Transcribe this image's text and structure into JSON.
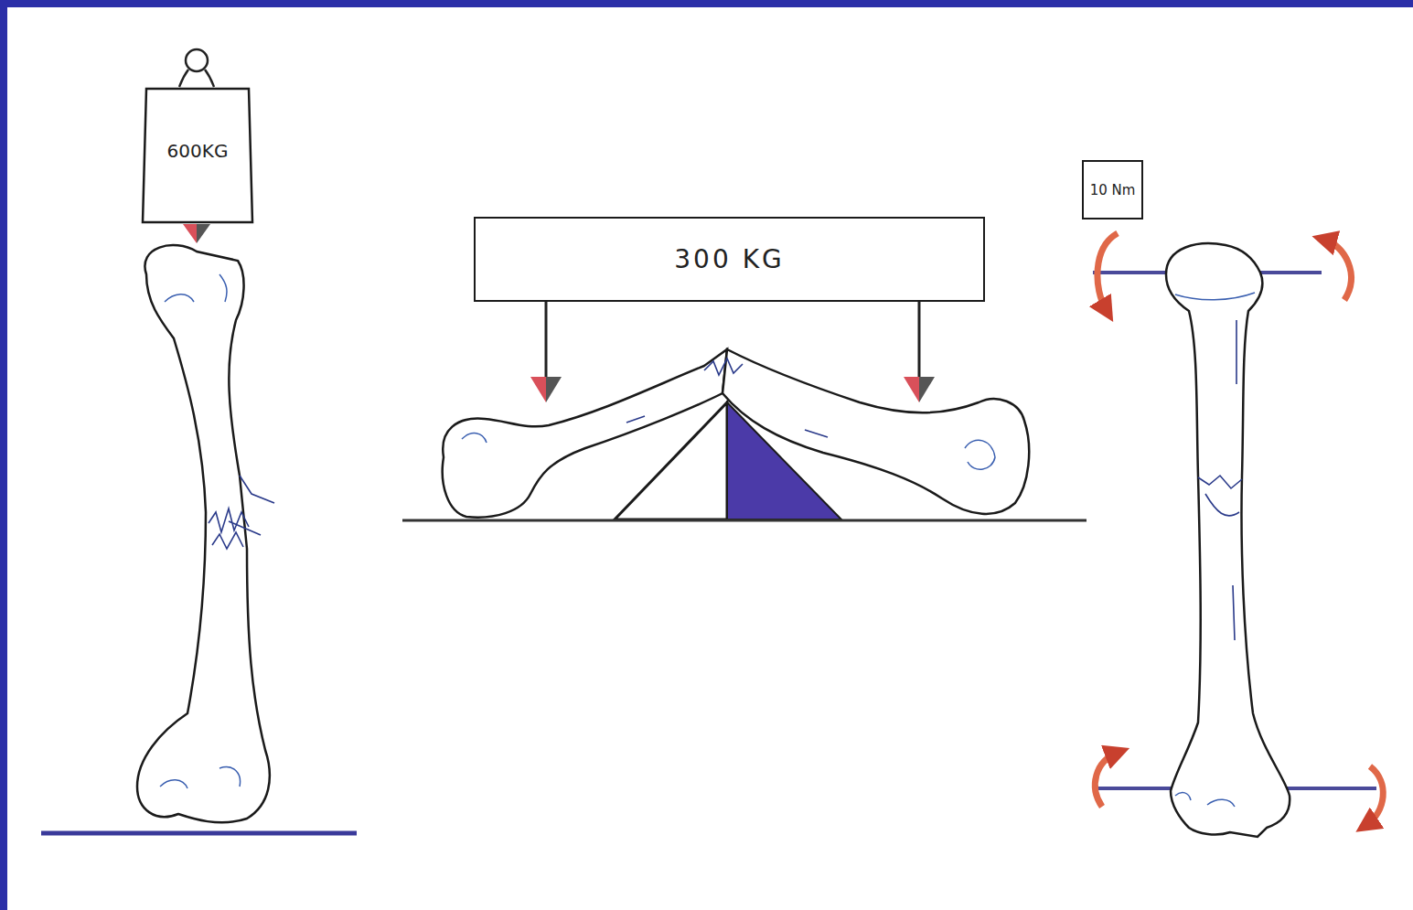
{
  "diagram": {
    "nodes": [
      {
        "text": [
          "600KG"
        ]
      },
      {
        "text": [
          "300 KG"
        ]
      },
      {
        "text": [
          "10 Nm"
        ]
      }
    ]
  }
}
